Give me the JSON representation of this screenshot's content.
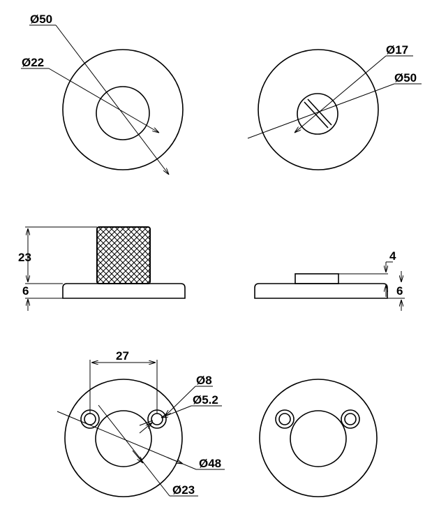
{
  "views": {
    "top_left": {
      "outer_dia": "Ø50",
      "inner_dia": "Ø22"
    },
    "top_right": {
      "slot_dia": "Ø17",
      "outer_dia": "Ø50"
    },
    "side_left": {
      "knob_height": "23",
      "base_height": "6"
    },
    "side_right": {
      "boss_height": "4",
      "base_height": "6"
    },
    "bottom_left": {
      "hole_spacing": "27",
      "counterbore_dia": "Ø8",
      "hole_dia": "Ø5.2",
      "outer_dia": "Ø48",
      "inner_dia": "Ø23"
    }
  }
}
